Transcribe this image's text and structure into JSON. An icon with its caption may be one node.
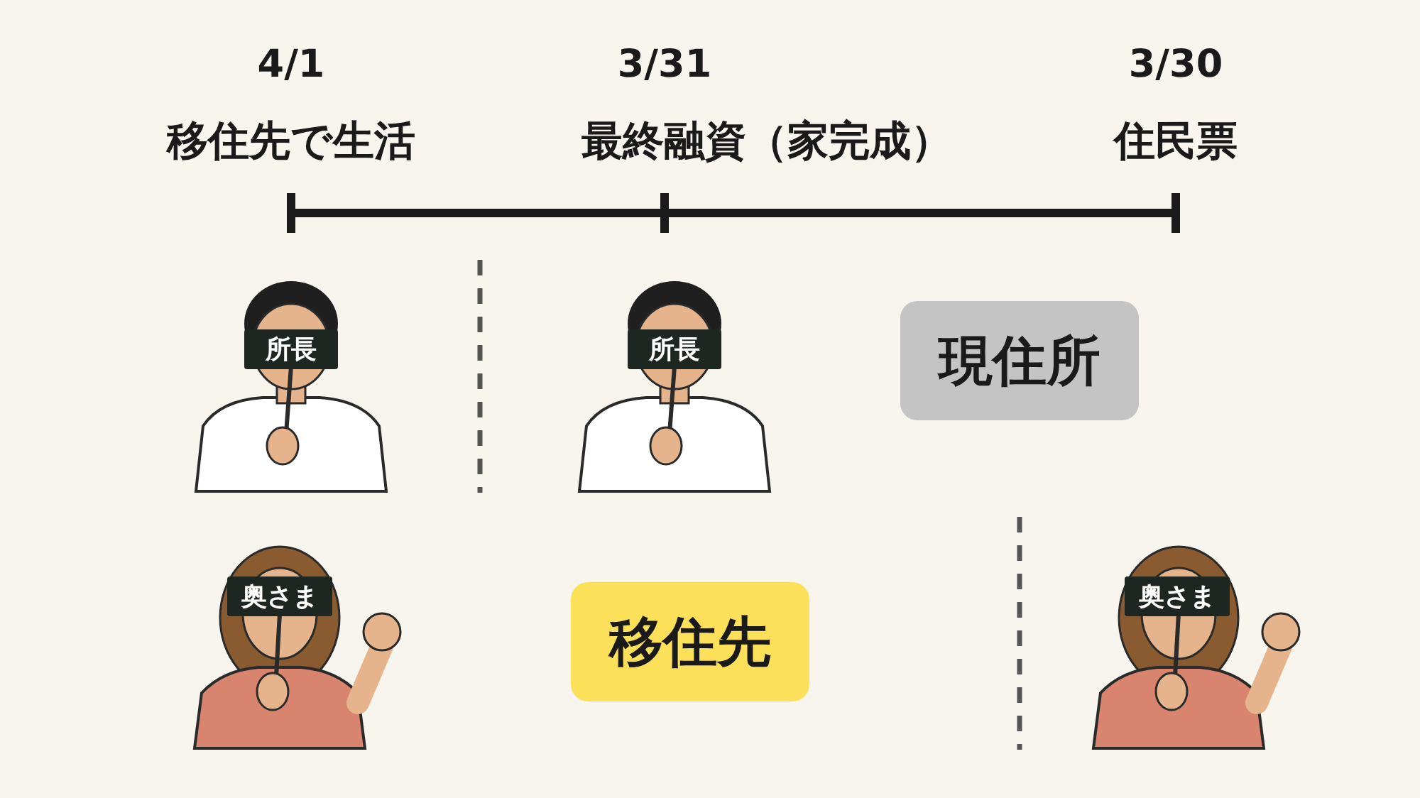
{
  "diagram": {
    "nodes": [
      {
        "text": [
          "所長"
        ]
      },
      {
        "text": [
          "所長"
        ]
      },
      {
        "text": [
          "現住所"
        ]
      },
      {
        "text": [
          "奥さま"
        ]
      },
      {
        "text": [
          "移住先"
        ]
      },
      {
        "text": [
          "奥さま"
        ]
      }
    ],
    "labels": [
      "4/1",
      "移住先で生活",
      "3/31",
      "最終融資（家完成）",
      "3/30",
      "住民票"
    ]
  }
}
